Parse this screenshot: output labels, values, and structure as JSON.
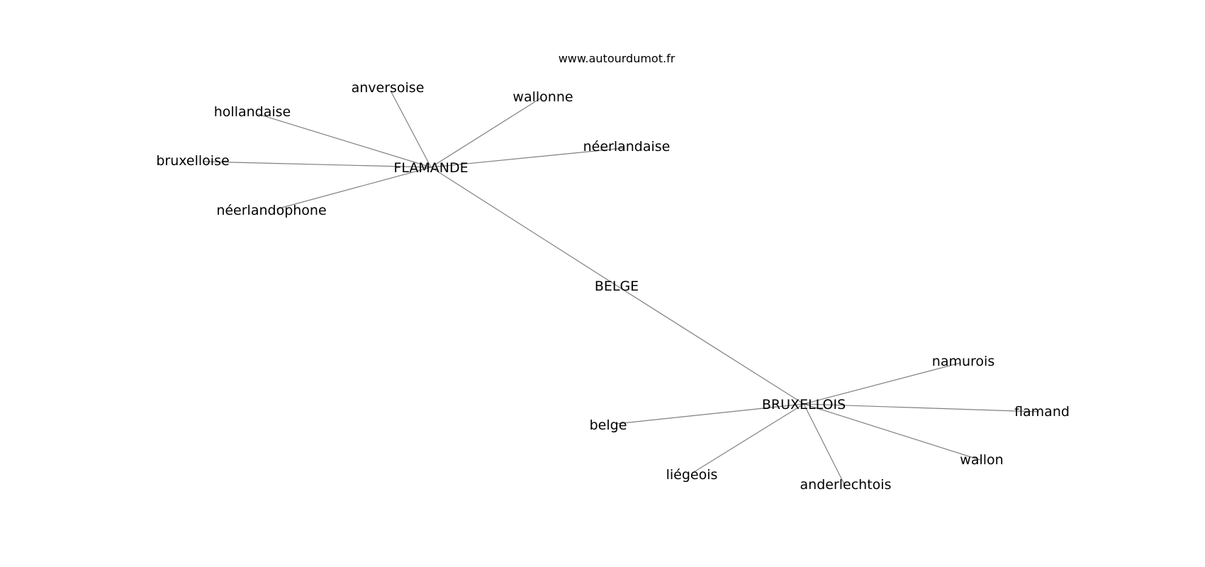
{
  "source": "www.autourdumot.fr",
  "colors": {
    "edge": "#808080",
    "text": "#000000",
    "background": "#ffffff"
  },
  "nodes": [
    {
      "id": "flamande",
      "label": "FLAMANDE",
      "kind": "hub"
    },
    {
      "id": "belge-hub",
      "label": "BELGE",
      "kind": "hub"
    },
    {
      "id": "bruxellois",
      "label": "BRUXELLOIS",
      "kind": "hub"
    },
    {
      "id": "anversoise",
      "label": "anversoise",
      "kind": "leaf"
    },
    {
      "id": "wallonne",
      "label": "wallonne",
      "kind": "leaf"
    },
    {
      "id": "hollandaise",
      "label": "hollandaise",
      "kind": "leaf"
    },
    {
      "id": "neerlandaise",
      "label": "néerlandaise",
      "kind": "leaf"
    },
    {
      "id": "bruxelloise",
      "label": "bruxelloise",
      "kind": "leaf"
    },
    {
      "id": "neerlandophone",
      "label": "néerlandophone",
      "kind": "leaf"
    },
    {
      "id": "namurois",
      "label": "namurois",
      "kind": "leaf"
    },
    {
      "id": "flamand",
      "label": "flamand",
      "kind": "leaf"
    },
    {
      "id": "belge",
      "label": "belge",
      "kind": "leaf"
    },
    {
      "id": "wallon",
      "label": "wallon",
      "kind": "leaf"
    },
    {
      "id": "liegeois",
      "label": "liégeois",
      "kind": "leaf"
    },
    {
      "id": "anderlechtois",
      "label": "anderlechtois",
      "kind": "leaf"
    }
  ],
  "edges": [
    [
      "flamande",
      "anversoise"
    ],
    [
      "flamande",
      "wallonne"
    ],
    [
      "flamande",
      "hollandaise"
    ],
    [
      "flamande",
      "neerlandaise"
    ],
    [
      "flamande",
      "bruxelloise"
    ],
    [
      "flamande",
      "neerlandophone"
    ],
    [
      "flamande",
      "belge-hub"
    ],
    [
      "belge-hub",
      "bruxellois"
    ],
    [
      "bruxellois",
      "namurois"
    ],
    [
      "bruxellois",
      "flamand"
    ],
    [
      "bruxellois",
      "belge"
    ],
    [
      "bruxellois",
      "wallon"
    ],
    [
      "bruxellois",
      "liegeois"
    ],
    [
      "bruxellois",
      "anderlechtois"
    ]
  ]
}
